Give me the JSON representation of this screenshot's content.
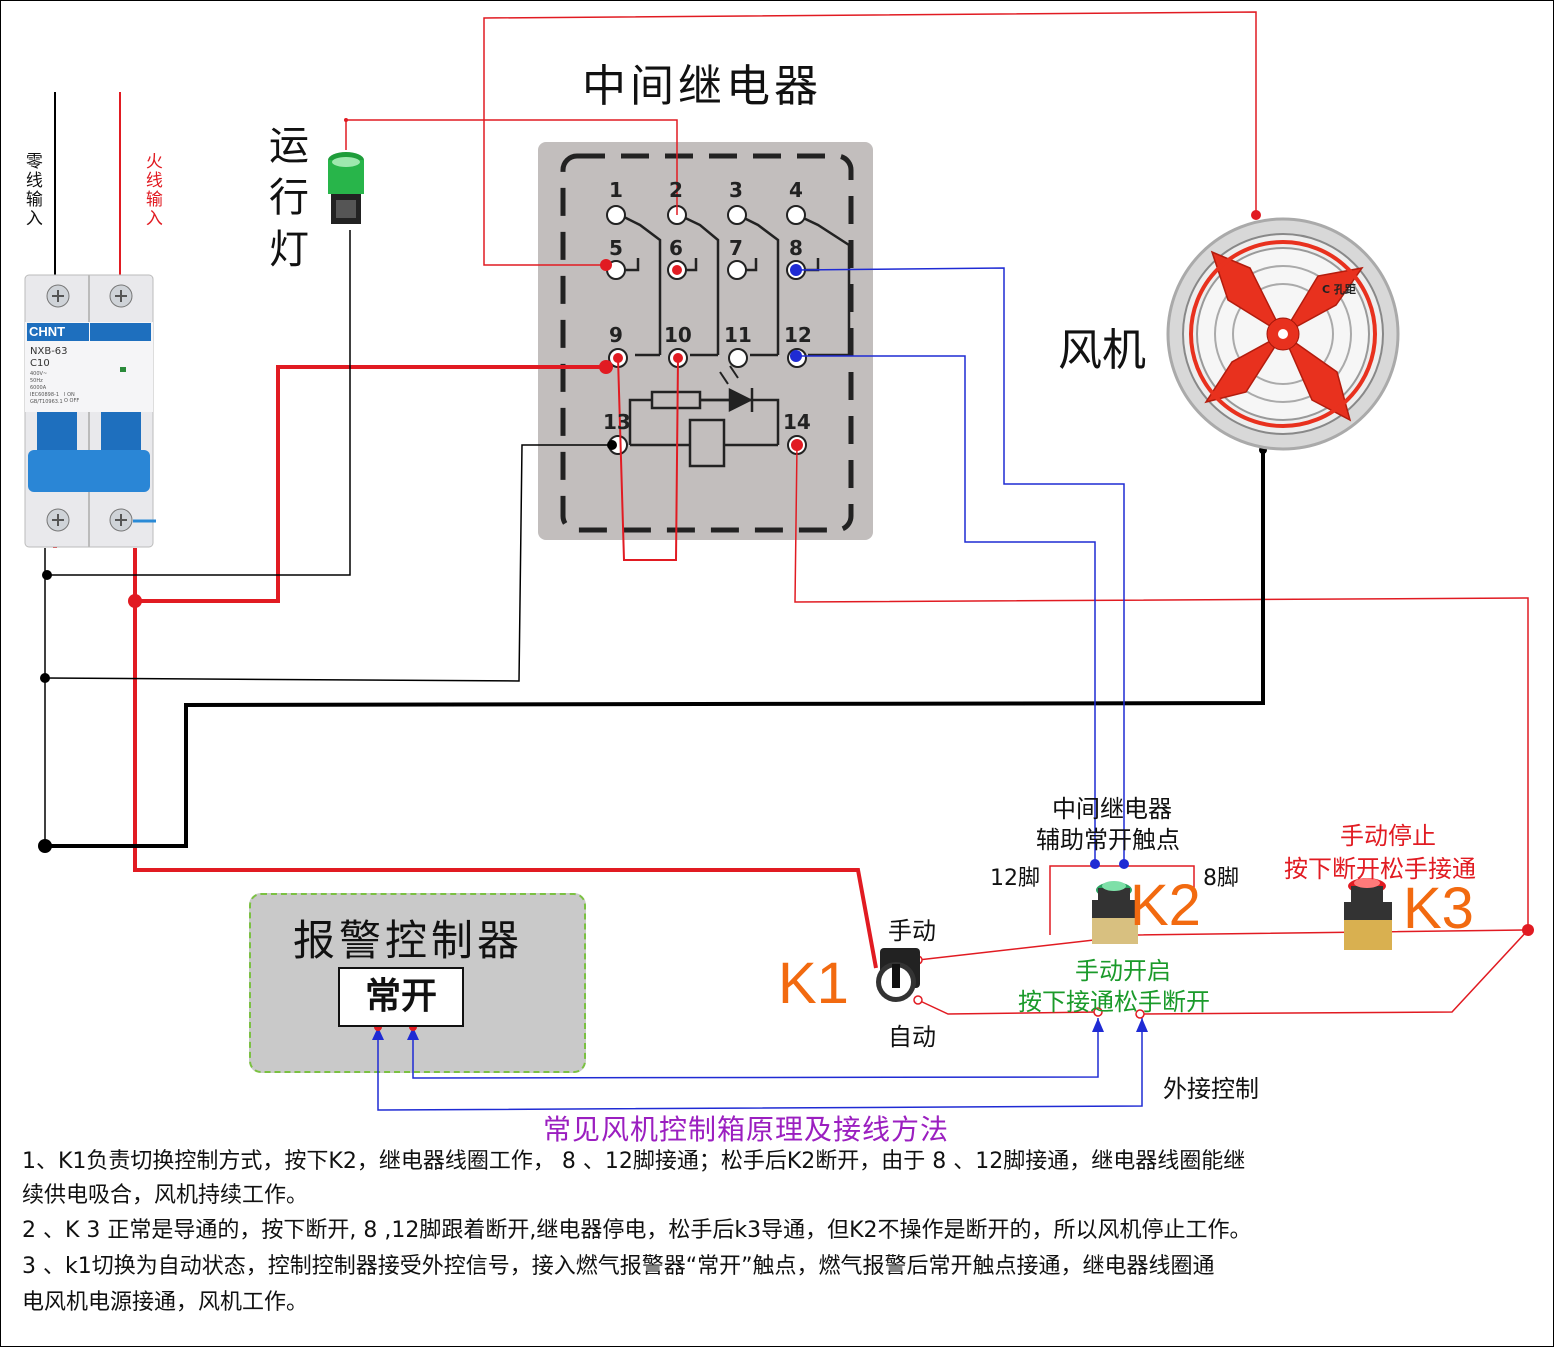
{
  "title": "中间继电器",
  "neutral_input": "零线输入",
  "live_input": "火线输入",
  "run_light": "运行灯",
  "fan": "风机",
  "breaker": {
    "brand": "CHNT",
    "model": "NXB-63",
    "rating": "C10",
    "specs": [
      "400V~",
      "50Hz",
      "6000A",
      "IEC60898-1",
      "GB/T10963.1"
    ],
    "on_off": [
      "I ON",
      "O OFF"
    ]
  },
  "relay_pins": [
    "1",
    "2",
    "3",
    "4",
    "5",
    "6",
    "7",
    "8",
    "9",
    "10",
    "11",
    "12",
    "13",
    "14"
  ],
  "fan_mark": "C 孔距",
  "aux_contact_title": [
    "中间继电器",
    "辅助常开触点"
  ],
  "pin12": "12脚",
  "pin8": "8脚",
  "k1": {
    "label": "K1",
    "manual": "手动",
    "auto": "自动"
  },
  "k2": {
    "label": "K2",
    "desc": [
      "手动开启",
      "按下接通松手断开"
    ]
  },
  "k3": {
    "label": "K3",
    "desc": [
      "手动停止",
      "按下断开松手接通"
    ]
  },
  "alarm": {
    "title": "报警控制器",
    "contact": "常开"
  },
  "external": "外接控制",
  "caption": "常见风机控制箱原理及接线方法",
  "notes": [
    "1、K1负责切换控制方式，按下K2，继电器线圈工作， 8 、12脚接通；松手后K2断开，由于 8 、12脚接通，继电器线圈能继",
    "续供电吸合，风机持续工作。",
    " 2 、K 3 正常是导通的，按下断开, 8 ,12脚跟着断开,继电器停电，松手后k3导通，但K2不操作是断开的，所以风机停止工作。",
    " 3 、k1切换为自动状态，控制控制器接受外控信号，接入燃气报警器“常开”触点，燃气报警后常开触点接通，继电器线圈通",
    "电风机电源接通，风机工作。"
  ],
  "colors": {
    "live": "#e11b22",
    "neutral": "#000000",
    "control": "#1f2bd4",
    "accent": "#f26a10",
    "green_text": "#1a9a2a",
    "purple": "#9b1fc0"
  }
}
